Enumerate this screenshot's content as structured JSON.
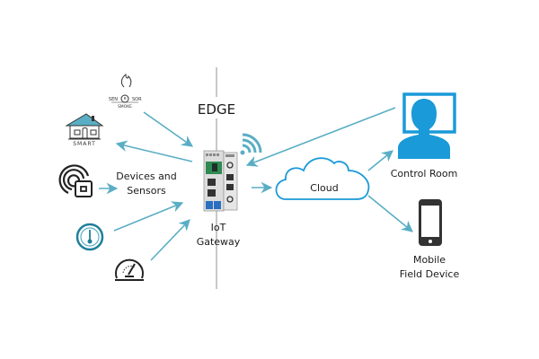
{
  "colors": {
    "arrow": "#5aaec4",
    "accent_blue": "#1a9ad8",
    "icon_dark": "#333333",
    "divider": "#b5b5b5",
    "label": "#1a1a1a"
  },
  "edge_label": "EDGE",
  "devices": {
    "label_line1": "Devices and",
    "label_line2": "Sensors",
    "smoke_sensor": {
      "icon": "smoke-sensor-icon",
      "text_top_left": "SEN",
      "text_top_right": "SOR",
      "text_bottom": "SMOKE"
    },
    "smart_home": {
      "icon": "smart-home-icon",
      "text": "SMART"
    },
    "rfid_tag": {
      "icon": "rfid-tag-icon"
    },
    "thermometer_gauge": {
      "icon": "thermometer-gauge-icon"
    },
    "pressure_gauge": {
      "icon": "pressure-gauge-icon"
    }
  },
  "gateway": {
    "icon": "iot-gateway-device-icon",
    "label_line1": "IoT",
    "label_line2": "Gateway",
    "wifi_icon": "wifi-icon"
  },
  "cloud": {
    "icon": "cloud-icon",
    "label": "Cloud"
  },
  "control_room": {
    "icon": "monitor-user-icon",
    "label": "Control Room"
  },
  "mobile": {
    "icon": "smartphone-icon",
    "label_line1": "Mobile",
    "label_line2": "Field Device"
  }
}
